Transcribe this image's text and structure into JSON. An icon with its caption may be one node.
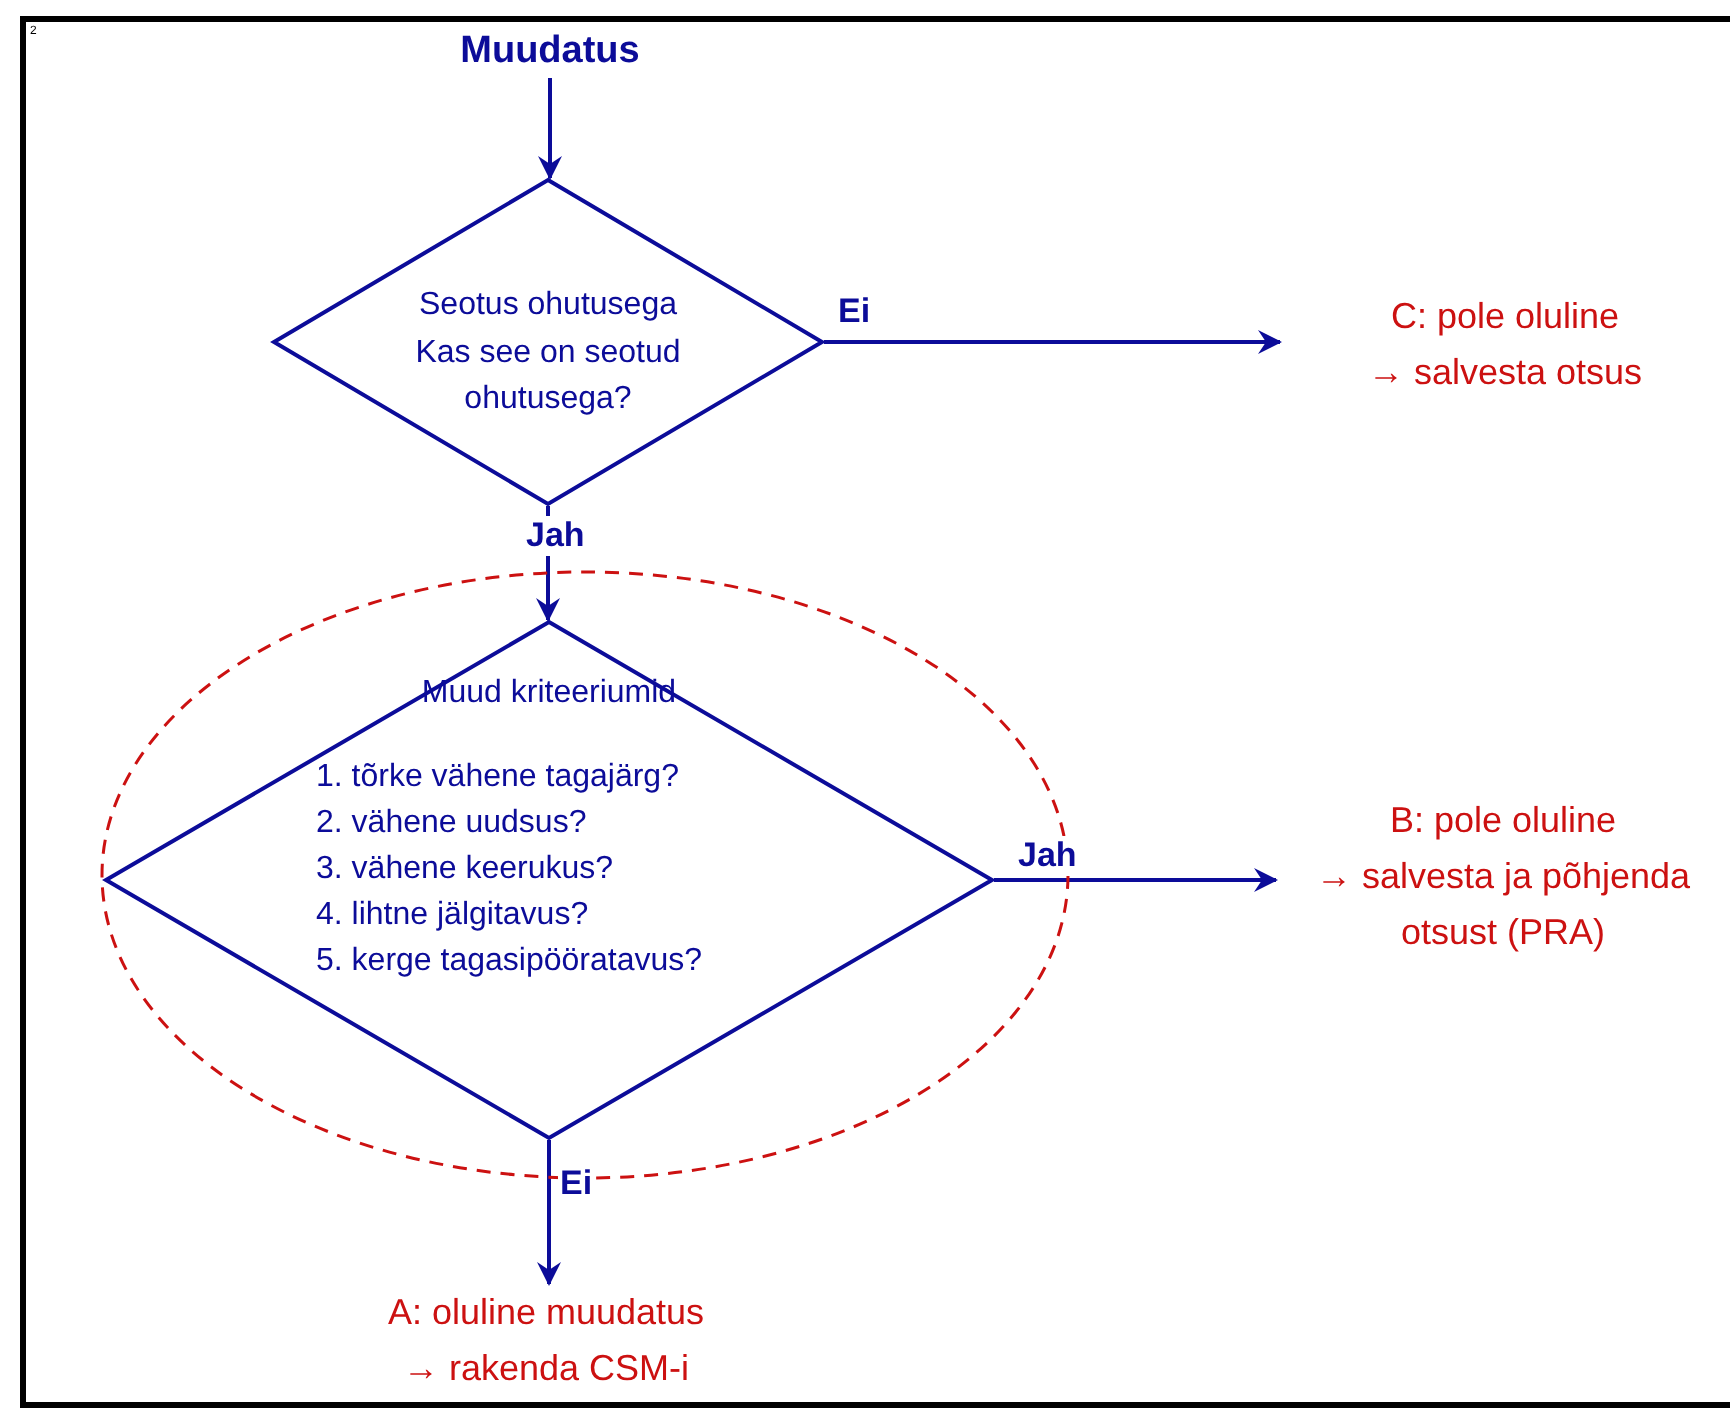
{
  "diagram": {
    "nodes": [
      {
        "text": [
          "Muudatus"
        ]
      },
      {
        "text": [
          "Seotus ohutusega",
          "Kas see on seotud ohutusega?"
        ]
      },
      {
        "text": [
          "C: pole oluline",
          "→ salvesta otsus"
        ]
      },
      {
        "text": [],
        "shape": "circle"
      },
      {
        "text": [
          "Muud kriteeriumid",
          "1. tõrke vähene tagajärg?",
          "2. vähene uudsus?",
          "3. vähene keerukus?",
          "4. lihtne jälgitavus?",
          "5. kerge tagasipööratavus?"
        ],
        "in": 3
      },
      {
        "text": [
          "B: pole oluline",
          "→ salvesta ja põhjenda otsust (PRA)"
        ]
      },
      {
        "text": [
          "A: oluline muudatus",
          "→ rakenda CSM-i"
        ]
      }
    ],
    "edges": [
      {
        "from": 0,
        "to": 1,
        "arrow": "to"
      },
      {
        "from": 1,
        "to": 2,
        "arrow": "to",
        "label": "Ei"
      },
      {
        "from": 1,
        "to": 4,
        "arrow": "to",
        "label": "Jah"
      },
      {
        "from": 4,
        "to": 5,
        "arrow": "to",
        "label": "Jah"
      },
      {
        "from": 4,
        "to": 6,
        "arrow": "to",
        "label": "Ei"
      }
    ],
    "labels": [
      "2"
    ]
  }
}
